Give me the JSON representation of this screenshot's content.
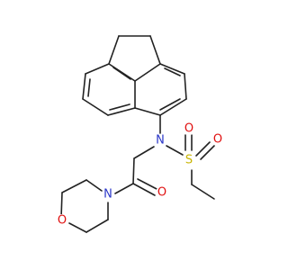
{
  "colors": {
    "bond": "#222222",
    "N": "#2a36c8",
    "O": "#e01010",
    "S": "#c8b400"
  },
  "atoms": {
    "N1": {
      "text": "N",
      "element": "N"
    },
    "S1": {
      "text": "S",
      "element": "S"
    },
    "O_s1": {
      "text": "O",
      "element": "O"
    },
    "O_s2": {
      "text": "O",
      "element": "O"
    },
    "O_carbonyl": {
      "text": "O",
      "element": "O"
    },
    "N2": {
      "text": "N",
      "element": "N"
    },
    "O_morph": {
      "text": "O",
      "element": "O"
    }
  }
}
